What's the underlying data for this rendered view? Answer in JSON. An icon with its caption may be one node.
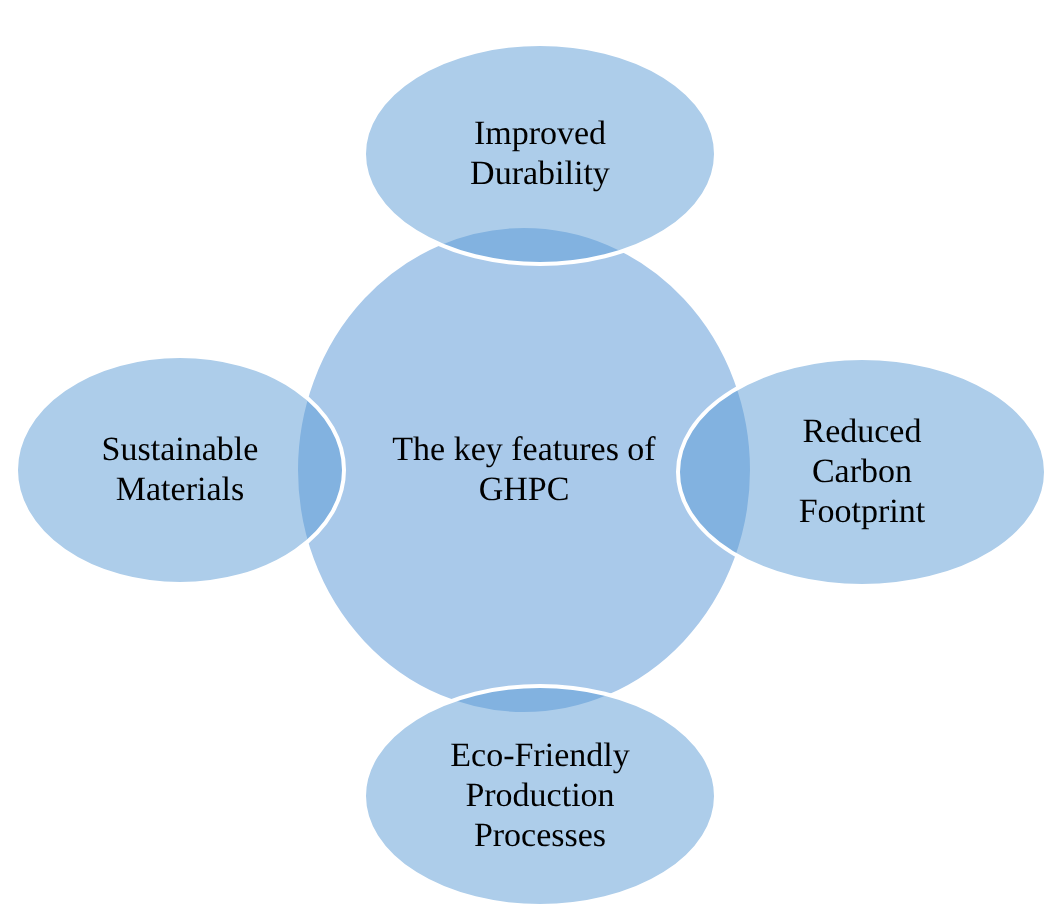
{
  "diagram": {
    "nodes": [
      {
        "text": [
          "The key features of GHPC"
        ]
      },
      {
        "text": [
          "Improved Durability"
        ]
      },
      {
        "text": [
          "Sustainable Materials"
        ]
      },
      {
        "text": [
          "Reduced Carbon Footprint"
        ]
      },
      {
        "text": [
          "Eco-Friendly Production Processes"
        ]
      }
    ]
  }
}
